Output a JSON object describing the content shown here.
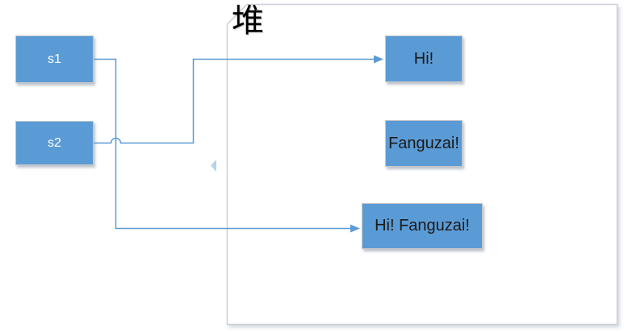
{
  "diagram": {
    "heap": {
      "label": "堆"
    },
    "stack_boxes": [
      {
        "id": "s1",
        "label": "s1"
      },
      {
        "id": "s2",
        "label": "s2"
      }
    ],
    "heap_boxes": [
      {
        "id": "hi",
        "label": "Hi!"
      },
      {
        "id": "fanguzai",
        "label": "Fanguzai!"
      },
      {
        "id": "hi_fanguzai",
        "label": "Hi! Fanguzai!"
      }
    ],
    "edges": [
      {
        "from": "s1",
        "to": "Hi! Fanguzai!",
        "type": "elbow-arrow"
      },
      {
        "from": "s2",
        "to": "Hi!",
        "type": "elbow-arrow-with-line-hop"
      }
    ],
    "colors": {
      "box_fill": "#5b9bd5",
      "connector": "#5b9bd5",
      "box_border": "#c6c7c9",
      "heap_border": "#ccd0d7",
      "triangle_fill": "#b5d3ec",
      "heap_label_color": "#000000",
      "stack_text": "#ffffff",
      "heap_text": "#1a1a1a"
    }
  }
}
